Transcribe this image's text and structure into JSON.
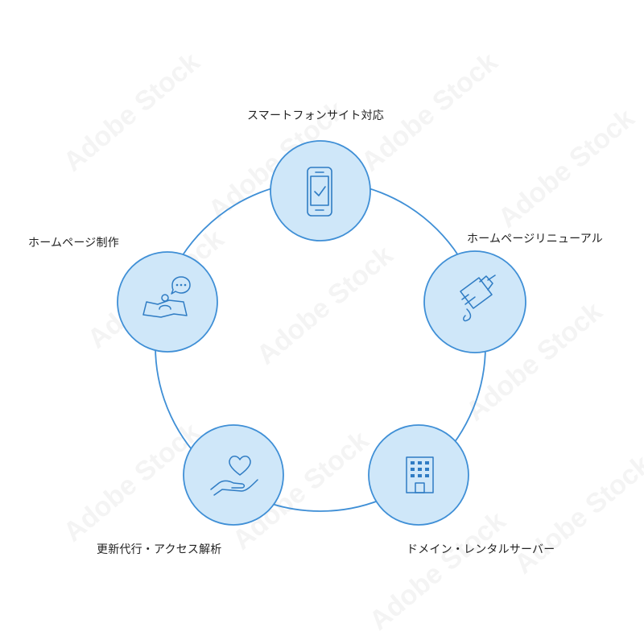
{
  "diagram": {
    "nodes": [
      {
        "id": "smartphone",
        "label": "スマートフォンサイト対応",
        "icon": "smartphone-check-icon"
      },
      {
        "id": "renewal",
        "label": "ホームページリニューアル",
        "icon": "pen-document-icon"
      },
      {
        "id": "server",
        "label": "ドメイン・レンタルサーバー",
        "icon": "building-icon"
      },
      {
        "id": "support",
        "label": "更新代行・アクセス解析",
        "icon": "heart-hand-icon"
      },
      {
        "id": "production",
        "label": "ホームページ制作",
        "icon": "map-person-chat-icon"
      }
    ]
  },
  "watermark": {
    "text": "Adobe Stock"
  },
  "colors": {
    "ring": "#3f8fd6",
    "node_fill": "#cfe7f9",
    "node_stroke": "#3f8fd6",
    "icon": "#2f7cc4",
    "text": "#222222"
  }
}
